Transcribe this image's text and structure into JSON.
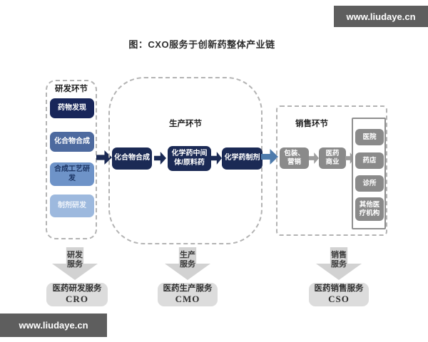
{
  "banner_top": {
    "text": "www.liudaye.cn"
  },
  "banner_bottom": {
    "text": "www.liudaye.cn"
  },
  "title": "图：CXO服务于创新药整体产业链",
  "rd": {
    "label": "研发环节",
    "boxes": [
      {
        "label": "药物发现"
      },
      {
        "label": "化合物合成"
      },
      {
        "label": "合成工艺研\n发"
      },
      {
        "label": "制剂研发"
      }
    ]
  },
  "production": {
    "label": "生产环节",
    "boxes": [
      {
        "label": "化合物合成"
      },
      {
        "label": "化学药中间\n体/原料药"
      },
      {
        "label": "化学药制剂"
      }
    ]
  },
  "sales": {
    "label": "销售环节",
    "chain": [
      {
        "label": "包装、\n营销"
      },
      {
        "label": "医药\n商业"
      }
    ],
    "channels": [
      {
        "label": "医院"
      },
      {
        "label": "药店"
      },
      {
        "label": "诊所"
      },
      {
        "label": "其他医\n疗机构"
      }
    ]
  },
  "services": [
    {
      "arrow_label": "研发\n服务",
      "box_title": "医药研发服务",
      "box_abbr": "CRO"
    },
    {
      "arrow_label": "生产\n服务",
      "box_title": "医药生产服务",
      "box_abbr": "CMO"
    },
    {
      "arrow_label": "销售\n服务",
      "box_title": "医药销售服务",
      "box_abbr": "CSO"
    }
  ],
  "colors": {
    "banner_bg": "#5e5e5e",
    "navy_dark": "#18265a",
    "navy": "#1b2a55",
    "slate_blue": "#4d6a9f",
    "mid_blue": "#6e93c8",
    "light_blue": "#9db9de",
    "steel_arrow": "#4e7bac",
    "gray_box": "#8a8a8a",
    "light_gray_arrow": "#d2d2d2",
    "service_box_bg": "#dcdcdc"
  }
}
